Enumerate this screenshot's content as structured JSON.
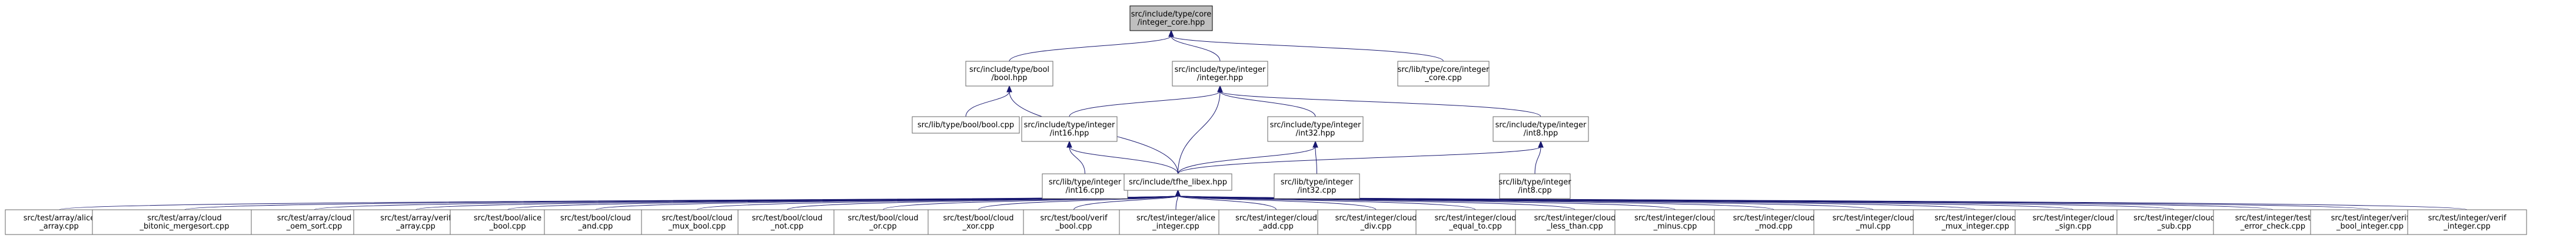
{
  "graph": {
    "colors": {
      "edge": "#191970",
      "node_border": "#666666",
      "root_fill": "#bfbfbf",
      "background": "#ffffff"
    },
    "nodes": [
      {
        "id": "n0",
        "lines": [
          "src/include/type/core",
          "/integer_core.hpp"
        ],
        "root": true
      },
      {
        "id": "n1",
        "lines": [
          "src/include/type/bool",
          "/bool.hpp"
        ]
      },
      {
        "id": "n2",
        "lines": [
          "src/include/type/integer",
          "/integer.hpp"
        ]
      },
      {
        "id": "n3",
        "lines": [
          "src/lib/type/core/integer",
          "_core.cpp"
        ]
      },
      {
        "id": "n4",
        "lines": [
          "src/lib/type/bool/bool.cpp"
        ]
      },
      {
        "id": "n5",
        "lines": [
          "src/include/type/integer",
          "/int16.hpp"
        ]
      },
      {
        "id": "n6",
        "lines": [
          "src/include/type/integer",
          "/int32.hpp"
        ]
      },
      {
        "id": "n7",
        "lines": [
          "src/include/type/integer",
          "/int8.hpp"
        ]
      },
      {
        "id": "n8",
        "lines": [
          "src/lib/type/integer",
          "/int16.cpp"
        ]
      },
      {
        "id": "n9",
        "lines": [
          "src/include/tfhe_libex.hpp"
        ]
      },
      {
        "id": "n10",
        "lines": [
          "src/lib/type/integer",
          "/int32.cpp"
        ]
      },
      {
        "id": "n11",
        "lines": [
          "src/lib/type/integer",
          "/int8.cpp"
        ]
      },
      {
        "id": "t0",
        "lines": [
          "src/test/array/alice",
          "_array.cpp"
        ]
      },
      {
        "id": "t1",
        "lines": [
          "src/test/array/cloud",
          "_bitonic_mergesort.cpp"
        ]
      },
      {
        "id": "t2",
        "lines": [
          "src/test/array/cloud",
          "_oem_sort.cpp"
        ]
      },
      {
        "id": "t3",
        "lines": [
          "src/test/array/verif",
          "_array.cpp"
        ]
      },
      {
        "id": "t4",
        "lines": [
          "src/test/bool/alice",
          "_bool.cpp"
        ]
      },
      {
        "id": "t5",
        "lines": [
          "src/test/bool/cloud",
          "_and.cpp"
        ]
      },
      {
        "id": "t6",
        "lines": [
          "src/test/bool/cloud",
          "_mux_bool.cpp"
        ]
      },
      {
        "id": "t7",
        "lines": [
          "src/test/bool/cloud",
          "_not.cpp"
        ]
      },
      {
        "id": "t8",
        "lines": [
          "src/test/bool/cloud",
          "_or.cpp"
        ]
      },
      {
        "id": "t9",
        "lines": [
          "src/test/bool/cloud",
          "_xor.cpp"
        ]
      },
      {
        "id": "t10",
        "lines": [
          "src/test/bool/verif",
          "_bool.cpp"
        ]
      },
      {
        "id": "t11",
        "lines": [
          "src/test/integer/alice",
          "_integer.cpp"
        ]
      },
      {
        "id": "t12",
        "lines": [
          "src/test/integer/cloud",
          "_add.cpp"
        ]
      },
      {
        "id": "t13",
        "lines": [
          "src/test/integer/cloud",
          "_div.cpp"
        ]
      },
      {
        "id": "t14",
        "lines": [
          "src/test/integer/cloud",
          "_equal_to.cpp"
        ]
      },
      {
        "id": "t15",
        "lines": [
          "src/test/integer/cloud",
          "_less_than.cpp"
        ]
      },
      {
        "id": "t16",
        "lines": [
          "src/test/integer/cloud",
          "_minus.cpp"
        ]
      },
      {
        "id": "t17",
        "lines": [
          "src/test/integer/cloud",
          "_mod.cpp"
        ]
      },
      {
        "id": "t18",
        "lines": [
          "src/test/integer/cloud",
          "_mul.cpp"
        ]
      },
      {
        "id": "t19",
        "lines": [
          "src/test/integer/cloud",
          "_mux_integer.cpp"
        ]
      },
      {
        "id": "t20",
        "lines": [
          "src/test/integer/cloud",
          "_sign.cpp"
        ]
      },
      {
        "id": "t21",
        "lines": [
          "src/test/integer/cloud",
          "_sub.cpp"
        ]
      },
      {
        "id": "t22",
        "lines": [
          "src/test/integer/test",
          "_error_check.cpp"
        ]
      },
      {
        "id": "t23",
        "lines": [
          "src/test/integer/verif",
          "_bool_integer.cpp"
        ]
      },
      {
        "id": "t24",
        "lines": [
          "src/test/integer/verif",
          "_integer.cpp"
        ]
      }
    ],
    "edges": [
      [
        "n0",
        "n1"
      ],
      [
        "n0",
        "n2"
      ],
      [
        "n0",
        "n3"
      ],
      [
        "n1",
        "n4"
      ],
      [
        "n1",
        "n9"
      ],
      [
        "n2",
        "n5"
      ],
      [
        "n2",
        "n6"
      ],
      [
        "n2",
        "n7"
      ],
      [
        "n2",
        "n9"
      ],
      [
        "n5",
        "n8"
      ],
      [
        "n5",
        "n9"
      ],
      [
        "n6",
        "n10"
      ],
      [
        "n6",
        "n9"
      ],
      [
        "n7",
        "n11"
      ],
      [
        "n7",
        "n9"
      ],
      [
        "n9",
        "t0"
      ],
      [
        "n9",
        "t1"
      ],
      [
        "n9",
        "t2"
      ],
      [
        "n9",
        "t3"
      ],
      [
        "n9",
        "t4"
      ],
      [
        "n9",
        "t5"
      ],
      [
        "n9",
        "t6"
      ],
      [
        "n9",
        "t7"
      ],
      [
        "n9",
        "t8"
      ],
      [
        "n9",
        "t9"
      ],
      [
        "n9",
        "t10"
      ],
      [
        "n9",
        "t11"
      ],
      [
        "n9",
        "t12"
      ],
      [
        "n9",
        "t13"
      ],
      [
        "n9",
        "t14"
      ],
      [
        "n9",
        "t15"
      ],
      [
        "n9",
        "t16"
      ],
      [
        "n9",
        "t17"
      ],
      [
        "n9",
        "t18"
      ],
      [
        "n9",
        "t19"
      ],
      [
        "n9",
        "t20"
      ],
      [
        "n9",
        "t21"
      ],
      [
        "n9",
        "t22"
      ],
      [
        "n9",
        "t23"
      ],
      [
        "n9",
        "t24"
      ]
    ]
  }
}
